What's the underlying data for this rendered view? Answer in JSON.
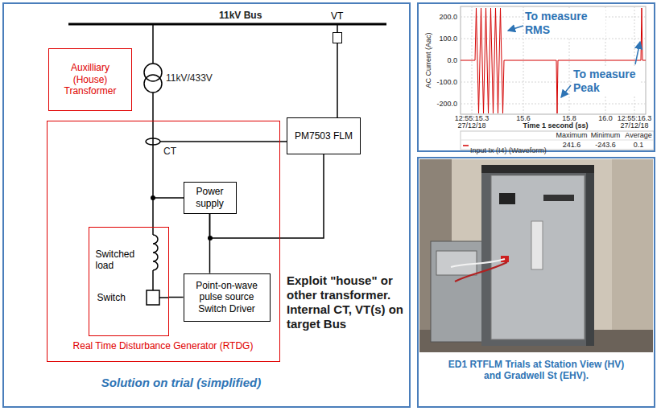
{
  "diagram": {
    "nodes": [
      {
        "text": [
          "Solution on trial (simplified)"
        ]
      },
      {
        "text": [
          "Auxilliary (House) Transformer"
        ],
        "in": 0
      },
      {
        "text": [
          "VT"
        ],
        "in": 0
      },
      {
        "text": [
          "PM7503 FLM"
        ],
        "in": 0
      },
      {
        "text": [
          "Real Time Disturbance Generator (RTDG)"
        ],
        "in": 0
      },
      {
        "text": [
          "Power supply"
        ],
        "in": 4
      },
      {
        "text": [
          "Switched load",
          "Switch"
        ],
        "in": 4
      },
      {
        "text": [
          "Point-on-wave pulse source Switch Driver"
        ],
        "in": 4
      },
      {
        "text": [
          "To measure RMS",
          "To measure Peak"
        ]
      },
      {
        "text": [
          "ED1 RTFLM Trials at Station View (HV) and Gradwell St (EHV)."
        ]
      }
    ],
    "edges": [
      {
        "from": 2,
        "to": 3,
        "arrow": "none"
      },
      {
        "from": 5,
        "to": 3,
        "arrow": "none"
      },
      {
        "from": 5,
        "to": 7,
        "arrow": "none"
      },
      {
        "from": 7,
        "to": 6,
        "arrow": "none"
      }
    ],
    "labels": [
      "11kV Bus",
      "11kV/433V",
      "CT",
      "Exploit \"house\" or other transformer. Internal CT, VT(s) on target Bus",
      "200.0",
      "100.0",
      "0.0",
      "-100.0",
      "-200.0",
      "AC Current (Aac)",
      "12:55:15.3",
      "15.6",
      "15.8",
      "16.0",
      "12:55:16.3",
      "27/12/18",
      "27/12/18",
      "Time 1 second (ss)",
      "Maximum",
      "Minimum",
      "Average",
      "241.6",
      "-243.6",
      "0.1"
    ],
    "legend": [
      {
        "text": "Input Ix (I4) (Waveform)"
      }
    ]
  }
}
